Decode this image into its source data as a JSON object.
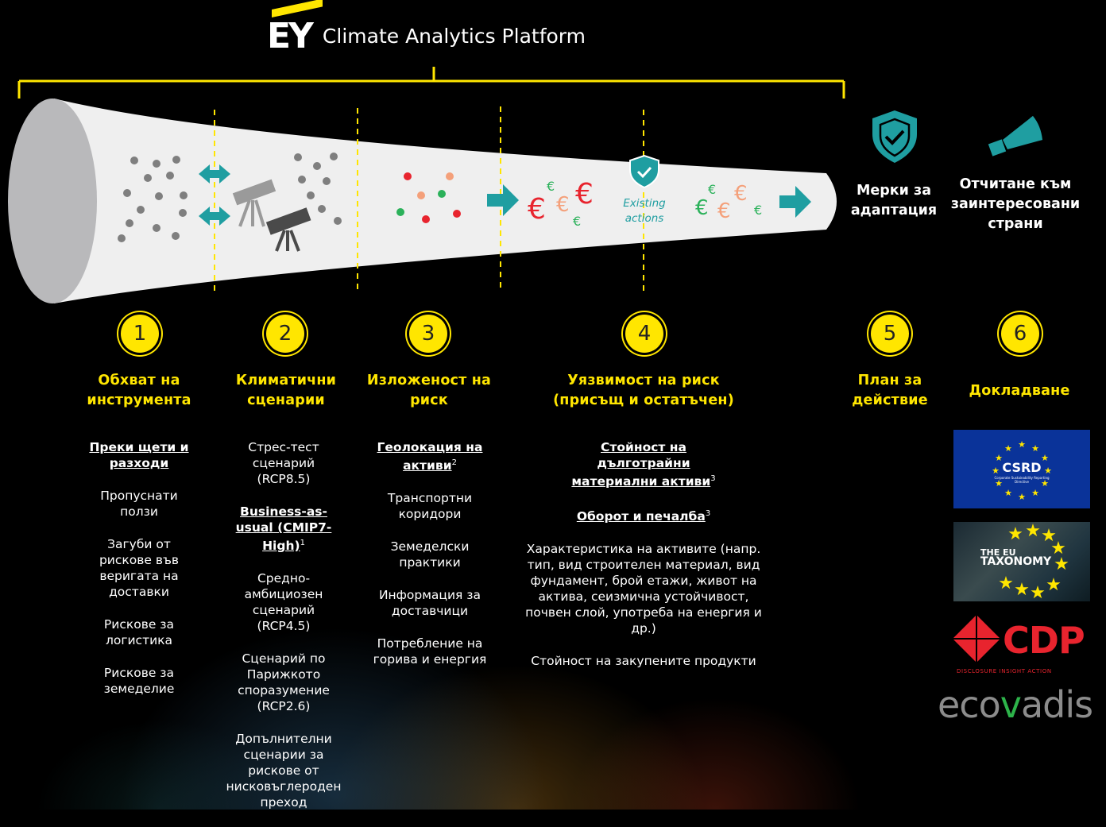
{
  "header": {
    "brand": "EY",
    "title": "Climate Analytics Platform"
  },
  "funnel": {
    "existing_actions": "Existing actions",
    "euro_symbol": "€"
  },
  "colors": {
    "accent": "#ffe600",
    "teal": "#1f9ea1",
    "red": "#e8242e",
    "salmon": "#f4a07a",
    "green": "#2bb15a"
  },
  "steps": [
    {
      "number": "1",
      "title": "Обхват на инструмента"
    },
    {
      "number": "2",
      "title": "Климатични сценарии"
    },
    {
      "number": "3",
      "title": "Изложеност на риск"
    },
    {
      "number": "4",
      "title": "Уязвимост на риск (присъщ и остатъчен)"
    },
    {
      "number": "5",
      "title": "План за действие"
    },
    {
      "number": "6",
      "title": "Докладване"
    }
  ],
  "right_labels": {
    "adaptation": "Мерки за адаптация",
    "stakeholders": "Отчитане към заинтересовани страни"
  },
  "col1": {
    "i0": "Преки щети и разходи",
    "i1": "Пропуснати ползи",
    "i2": "Загуби от рискове във веригата на доставки",
    "i3": "Рискове за логистика",
    "i4": "Рискове за земеделие"
  },
  "col2": {
    "i0": "Стрес-тест сценарий (RCP8.5)",
    "i1": "Business-as-usual (CMIP7-High)",
    "i1_sup": "1",
    "i2": "Средно-амбициозен сценарий (RCP4.5)",
    "i3": "Сценарий по Парижкото споразумение (RCP2.6)",
    "i4": "Допълнителни сценарии за рискове от нисковъглероден преход"
  },
  "col3": {
    "i0": "Геолокация на активи",
    "i0_sup": "2",
    "i1": "Транспортни коридори",
    "i2": "Земеделски практики",
    "i3": "Информация за доставчици",
    "i4": "Потребление на горива и енергия"
  },
  "col4": {
    "i0": "Стойност на дълготрайни материални активи",
    "i0_sup": "3",
    "i1": "Оборот и печалба",
    "i1_sup": "3",
    "i2": "Характеристика на активите (напр. тип, вид строителен материал, вид фундамент, брой етажи, живот на актива, сеизмична устойчивост, почвен слой, употреба на енергия и др.)",
    "i3": "Стойност на закупените продукти"
  },
  "logos": {
    "csrd": "CSRD",
    "csrd_sub": "Corporate Sustainability Reporting Directive",
    "tax1": "THE EU",
    "tax2": "TAXONOMY",
    "cdp": "CDP",
    "cdp_tag": "DISCLOSURE INSIGHT ACTION",
    "eco_a": "eco",
    "eco_b": "v",
    "eco_c": "adis"
  }
}
